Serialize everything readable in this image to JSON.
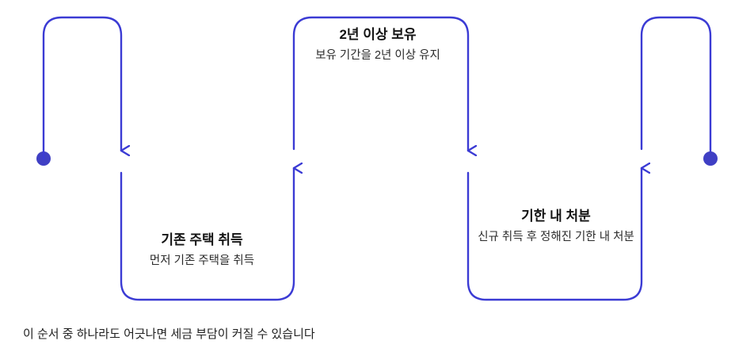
{
  "diagram": {
    "type": "zigzag-process-flow",
    "accent_color": "#3b3bd4",
    "node_color": "#3f3fc4",
    "text_color": "#141414",
    "steps": [
      {
        "id": "step-1",
        "title": "기존 주택 취득",
        "description": "먼저 기존 주택을 취득",
        "position": "below"
      },
      {
        "id": "step-2",
        "title": "2년 이상 보유",
        "description": "보유 기간을 2년 이상 유지",
        "position": "above"
      },
      {
        "id": "step-3",
        "title": "기한 내 처분",
        "description": "신규 취득 후 정해진 기한 내 처분",
        "position": "below"
      }
    ],
    "start_marker": "start-dot",
    "end_marker": "end-dot",
    "footnote": "이 순서 중 하나라도 어긋나면 세금 부담이 커질 수 있습니다"
  }
}
